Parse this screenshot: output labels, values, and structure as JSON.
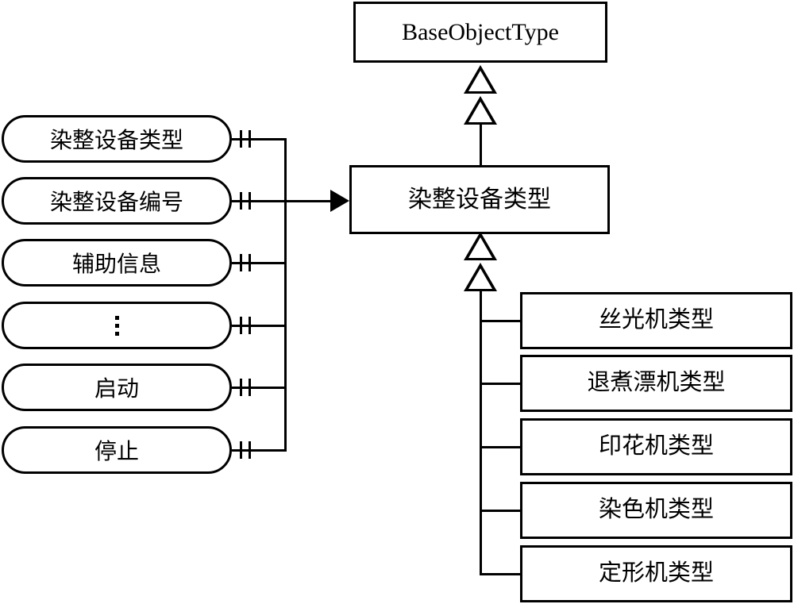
{
  "diagram": {
    "type": "uml-class-diagram",
    "base_class": {
      "label": "BaseObjectType"
    },
    "main_class": {
      "label": "染整设备类型"
    },
    "members": [
      {
        "label": "染整设备类型",
        "kind": "attribute"
      },
      {
        "label": "染整设备编号",
        "kind": "attribute"
      },
      {
        "label": "辅助信息",
        "kind": "attribute"
      },
      {
        "label": "⋮",
        "kind": "ellipsis"
      },
      {
        "label": "启动",
        "kind": "method"
      },
      {
        "label": "停止",
        "kind": "method"
      }
    ],
    "subclasses": [
      {
        "label": "丝光机类型"
      },
      {
        "label": "退煮漂机类型"
      },
      {
        "label": "印花机类型"
      },
      {
        "label": "染色机类型"
      },
      {
        "label": "定形机类型"
      }
    ],
    "colors": {
      "stroke": "#000000",
      "fill": "#ffffff"
    }
  }
}
